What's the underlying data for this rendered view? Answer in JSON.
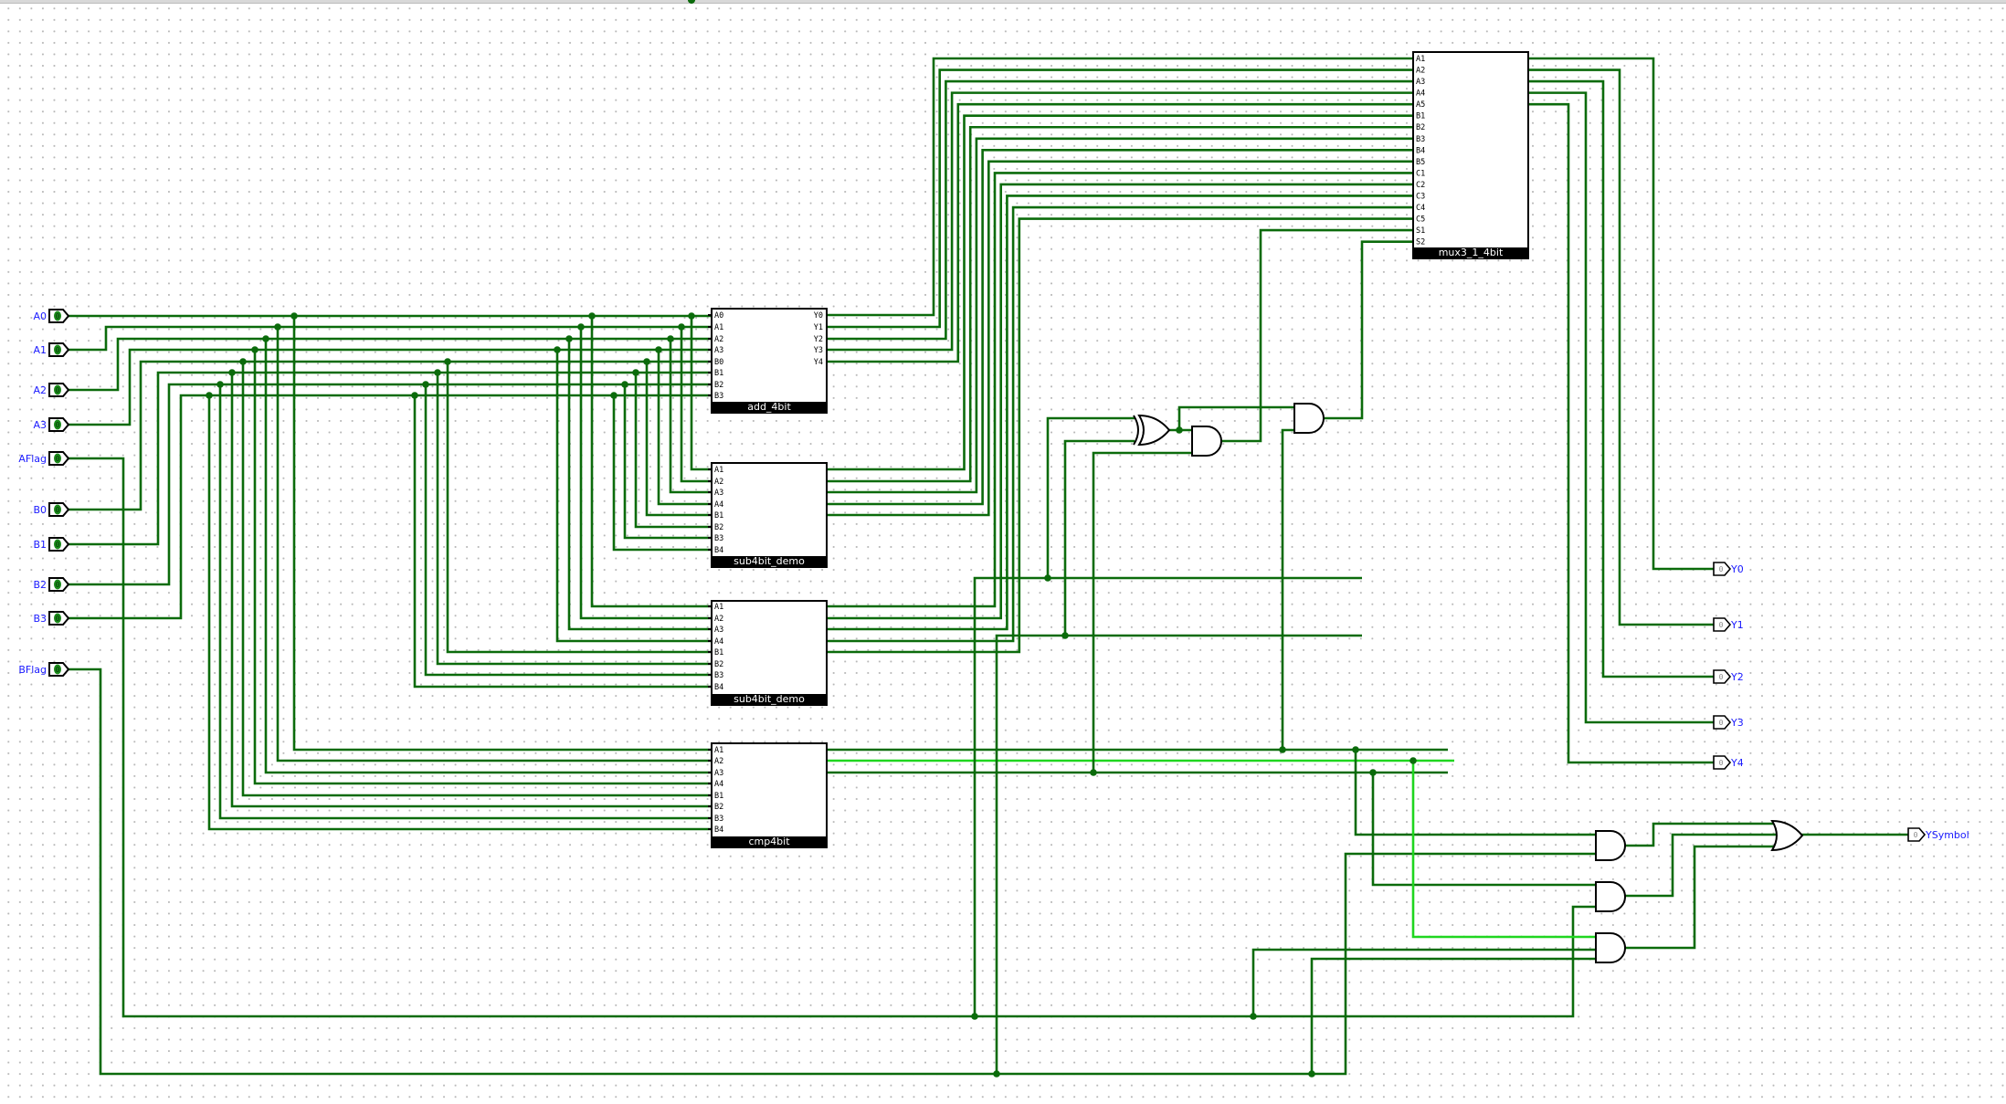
{
  "inputs": [
    {
      "label": "A0",
      "value": "0"
    },
    {
      "label": "A1",
      "value": "0"
    },
    {
      "label": "A2",
      "value": "0"
    },
    {
      "label": "A3",
      "value": "0"
    },
    {
      "label": "AFlag",
      "value": "0"
    },
    {
      "label": "B0",
      "value": "0"
    },
    {
      "label": "B1",
      "value": "0"
    },
    {
      "label": "B2",
      "value": "0"
    },
    {
      "label": "B3",
      "value": "0"
    },
    {
      "label": "BFlag",
      "value": "0"
    }
  ],
  "outputs": [
    {
      "label": "Y0",
      "value": "0"
    },
    {
      "label": "Y1",
      "value": "0"
    },
    {
      "label": "Y2",
      "value": "0"
    },
    {
      "label": "Y3",
      "value": "0"
    },
    {
      "label": "Y4",
      "value": "0"
    },
    {
      "label": "YSymbol",
      "value": "0"
    }
  ],
  "blocks": [
    {
      "name": "add_4bit",
      "inputs": [
        "A0",
        "A1",
        "A2",
        "A3",
        "B0",
        "B1",
        "B2",
        "B3"
      ],
      "outputs": [
        "Y0",
        "Y1",
        "Y2",
        "Y3",
        "Y4"
      ]
    },
    {
      "name": "sub4bit_demo",
      "inputs": [
        "A1",
        "A2",
        "A3",
        "A4",
        "B1",
        "B2",
        "B3",
        "B4"
      ],
      "outputs": []
    },
    {
      "name": "sub4bit_demo",
      "inputs": [
        "A1",
        "A2",
        "A3",
        "A4",
        "B1",
        "B2",
        "B3",
        "B4"
      ],
      "outputs": []
    },
    {
      "name": "cmp4bit",
      "inputs": [
        "A1",
        "A2",
        "A3",
        "A4",
        "B1",
        "B2",
        "B3",
        "B4"
      ],
      "outputs": []
    }
  ],
  "mux": {
    "name": "mux3_1_4bit",
    "inputs": [
      "A1",
      "A2",
      "A3",
      "A4",
      "A5",
      "B1",
      "B2",
      "B3",
      "B4",
      "B5",
      "C1",
      "C2",
      "C3",
      "C4",
      "C5",
      "S1",
      "S2"
    ]
  },
  "colors": {
    "wire": "#0b6b0b",
    "active_wire": "#1fd61f",
    "label": "#1a1aff"
  }
}
